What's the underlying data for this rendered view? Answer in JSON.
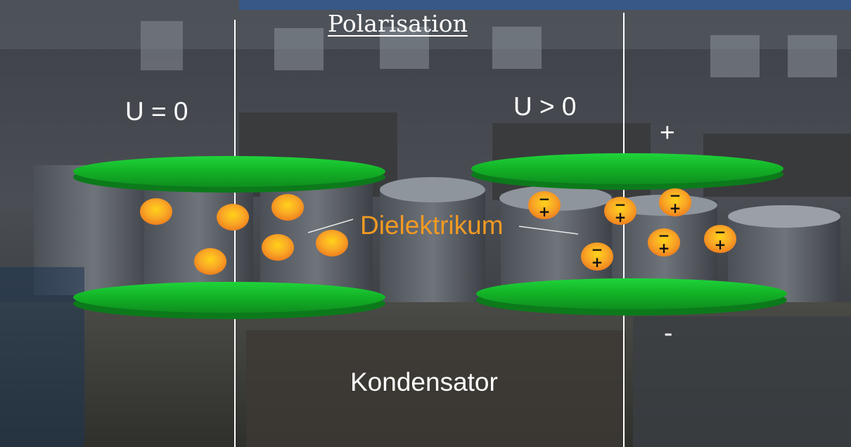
{
  "title": "Polarisation",
  "left_label": "U = 0",
  "right_label": "U > 0",
  "top_plate_sign": "+",
  "bottom_plate_sign": "-",
  "dielectric_label": "Dielektrikum",
  "bottom_label": "Kondensator",
  "dipole_plus": "+",
  "dipole_minus": "−",
  "colors": {
    "plate": "#19c42e",
    "molecule": "#f5a623",
    "dielectric_text": "#f39a22",
    "text": "#ffffff"
  }
}
